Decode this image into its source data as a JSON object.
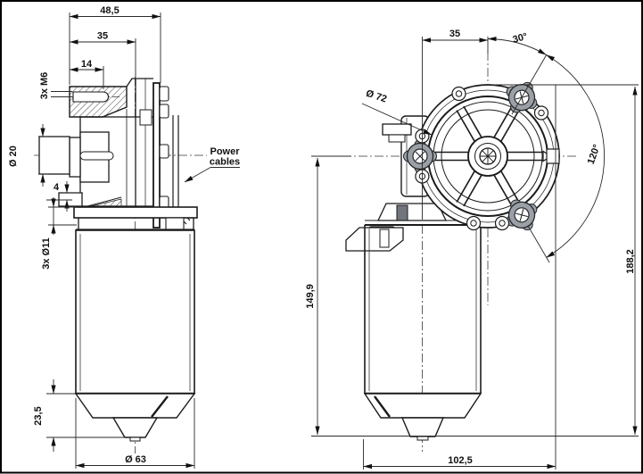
{
  "colors": {
    "line": "#1b1b1b",
    "boss_fill": "#9aa0a5",
    "background": "#ffffff"
  },
  "left_view": {
    "dims": {
      "overall_width": "48,5",
      "boss_to_face": "35",
      "thread_length": "14",
      "thread_spec": "3x M6",
      "shaft_dia": "Ø 20",
      "flange_step": "4",
      "mount_holes": "3x Ø11",
      "cap_height": "23,5",
      "motor_dia": "Ø 63"
    }
  },
  "right_view": {
    "dims": {
      "axis_offset": "35",
      "hole_angle": "30°",
      "gear_dia": "Ø 72",
      "hole_spacing_angle": "120°",
      "axis_to_base": "149,9",
      "overall_height": "188,2",
      "overall_width": "102,5"
    }
  },
  "callout": {
    "line1": "Power",
    "line2": "cables"
  }
}
